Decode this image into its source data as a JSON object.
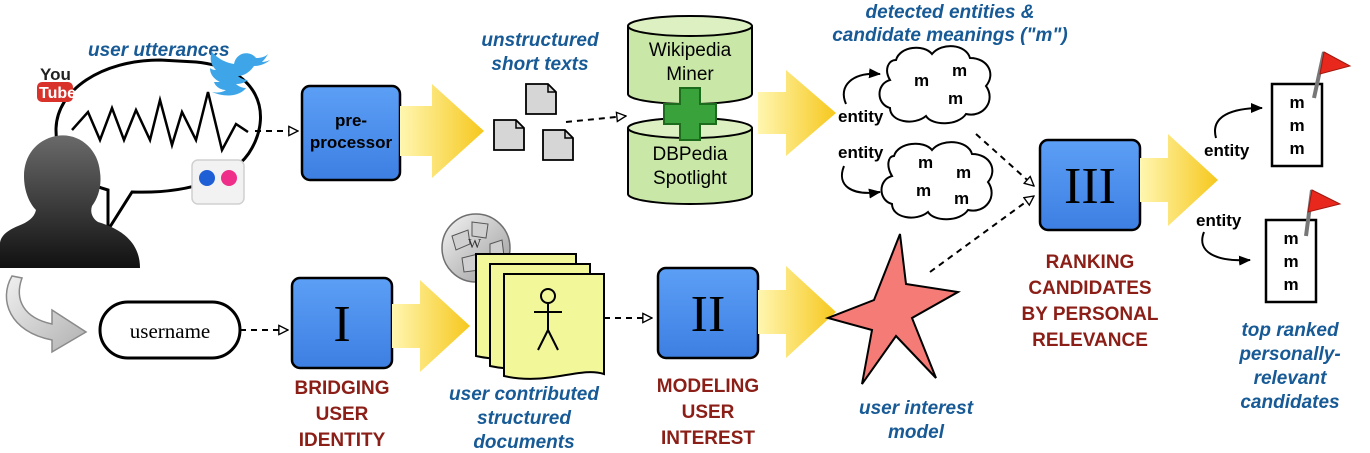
{
  "icons": {
    "youtube_top": "You",
    "youtube_bottom": "Tube"
  },
  "labels": {
    "user_utterances": "user utterances",
    "unstructured_line1": "unstructured",
    "unstructured_line2": "short texts",
    "detected_line1": "detected entities &",
    "detected_line2": "candidate meanings (\"m\")",
    "user_contributed_line1": "user contributed",
    "user_contributed_line2": "structured",
    "user_contributed_line3": "documents",
    "user_interest_line1": "user interest",
    "user_interest_line2": "model",
    "top_ranked_line1": "top ranked",
    "top_ranked_line2": "personally-",
    "top_ranked_line3": "relevant",
    "top_ranked_line4": "candidates"
  },
  "boxes": {
    "preprocessor_line1": "pre-",
    "preprocessor_line2": "processor",
    "stage1": "I",
    "stage2": "II",
    "stage3": "III"
  },
  "databases": {
    "wikipedia_line1": "Wikipedia",
    "wikipedia_line2": "Miner",
    "dbpedia_line1": "DBPedia",
    "dbpedia_line2": "Spotlight"
  },
  "username": "username",
  "stages": {
    "bridging_line1": "BRIDGING",
    "bridging_line2": "USER",
    "bridging_line3": "IDENTITY",
    "modeling_line1": "MODELING",
    "modeling_line2": "USER",
    "modeling_line3": "INTEREST",
    "ranking_line1": "RANKING",
    "ranking_line2": "CANDIDATES",
    "ranking_line3": "BY PERSONAL",
    "ranking_line4": "RELEVANCE"
  },
  "entities": {
    "entity_label": "entity",
    "meaning_label": "m"
  },
  "colors": {
    "blue_box": "#4b8ff0",
    "blue_text": "#175a96",
    "red_text": "#8b1f17",
    "arrow_yellow": "#fbd23b",
    "db_green": "#c8e6a5",
    "plus_green": "#3aa23a",
    "star_red": "#f47b76",
    "doc_yellow": "#f2f79a"
  }
}
